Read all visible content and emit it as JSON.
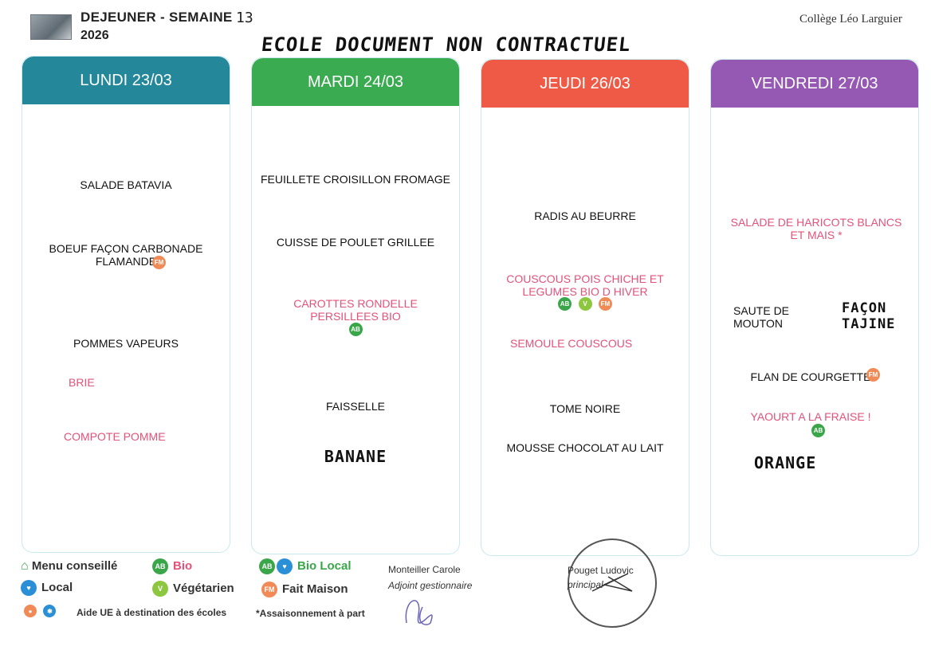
{
  "header": {
    "title": "DEJEUNER - SEMAINE",
    "week": "13",
    "year": "2026",
    "school": "Collège Léo Larguier",
    "handwritten_note": "ECOLE DOCUMENT NON CONTRACTUEL"
  },
  "days": [
    {
      "label": "LUNDI 23/03",
      "color": "#24889a",
      "items": [
        {
          "text": "SALADE BATAVIA"
        },
        {
          "text": "BOEUF FAÇON CARBONADE FLAMANDE"
        },
        {
          "text": "POMMES VAPEURS"
        },
        {
          "text": "BRIE"
        },
        {
          "text": "COMPOTE POMME"
        }
      ]
    },
    {
      "label": "MARDI 24/03",
      "color": "#3bab52",
      "items": [
        {
          "text": "FEUILLETE CROISILLON FROMAGE"
        },
        {
          "text": "CUISSE DE POULET GRILLEE"
        },
        {
          "text": "CAROTTES RONDELLE PERSILLEES BIO"
        },
        {
          "text": "FAISSELLE"
        },
        {
          "text": "BANANE"
        }
      ]
    },
    {
      "label": "JEUDI 26/03",
      "color": "#ef5a47",
      "items": [
        {
          "text": "RADIS AU BEURRE"
        },
        {
          "text": "COUSCOUS POIS CHICHE ET LEGUMES BIO D HIVER"
        },
        {
          "text": "SEMOULE COUSCOUS"
        },
        {
          "text": "TOME NOIRE"
        },
        {
          "text": "MOUSSE CHOCOLAT AU LAIT"
        }
      ]
    },
    {
      "label": "VENDREDI 27/03",
      "color": "#9558b3",
      "items": [
        {
          "text": "SALADE DE HARICOTS BLANCS ET MAIS *"
        },
        {
          "text": "SAUTE DE MOUTON",
          "handwritten": "FAÇON TAJINE"
        },
        {
          "text": "FLAN DE COURGETTE"
        },
        {
          "text": "YAOURT A LA FRAISE !"
        },
        {
          "text": "ORANGE"
        }
      ]
    }
  ],
  "legend": {
    "menu_conseille": "Menu conseillé",
    "bio": "Bio",
    "bio_local": "Bio Local",
    "local": "Local",
    "vegetarien": "Végétarien",
    "fait_maison": "Fait Maison",
    "aide_ue": "Aide UE à destination des écoles",
    "assaisonnement": "*Assaisonnement à part"
  },
  "signatures": {
    "gestionnaire_name": "Monteiller Carole",
    "gestionnaire_role": "Adjoint gestionnaire",
    "principal_name": "Pouget Ludovic",
    "principal_role": "principal"
  },
  "icons": {
    "bio": "bio-icon",
    "vegetarian": "vegetarian-icon",
    "homemade": "homemade-icon",
    "local": "local-icon"
  }
}
